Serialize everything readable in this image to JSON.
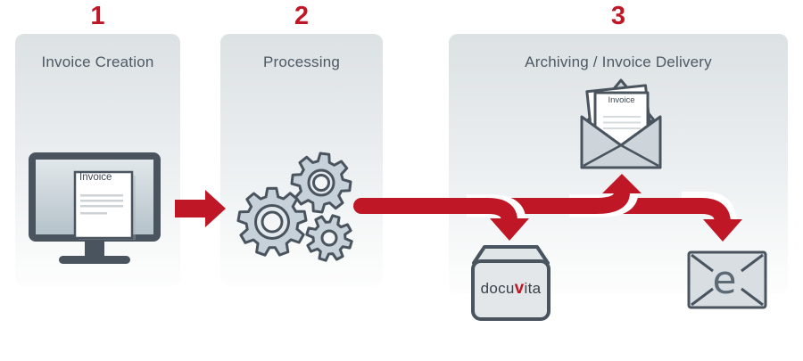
{
  "stages": [
    {
      "number": "1",
      "title": "Invoice Creation"
    },
    {
      "number": "2",
      "title": "Processing"
    },
    {
      "number": "3",
      "title": "Archiving / Invoice Delivery"
    }
  ],
  "monitor": {
    "document_label": "Invoice"
  },
  "envelope": {
    "document_label": "Invoice"
  },
  "docuvita": {
    "pre": "docu",
    "accent": "v",
    "post": "ita"
  },
  "email": {
    "letter": "e"
  },
  "colors": {
    "accent_red": "#bf1726",
    "outline_slate": "#4a545e",
    "icon_fill": "#c7d1d9",
    "panel_top": "#dce1e4"
  }
}
